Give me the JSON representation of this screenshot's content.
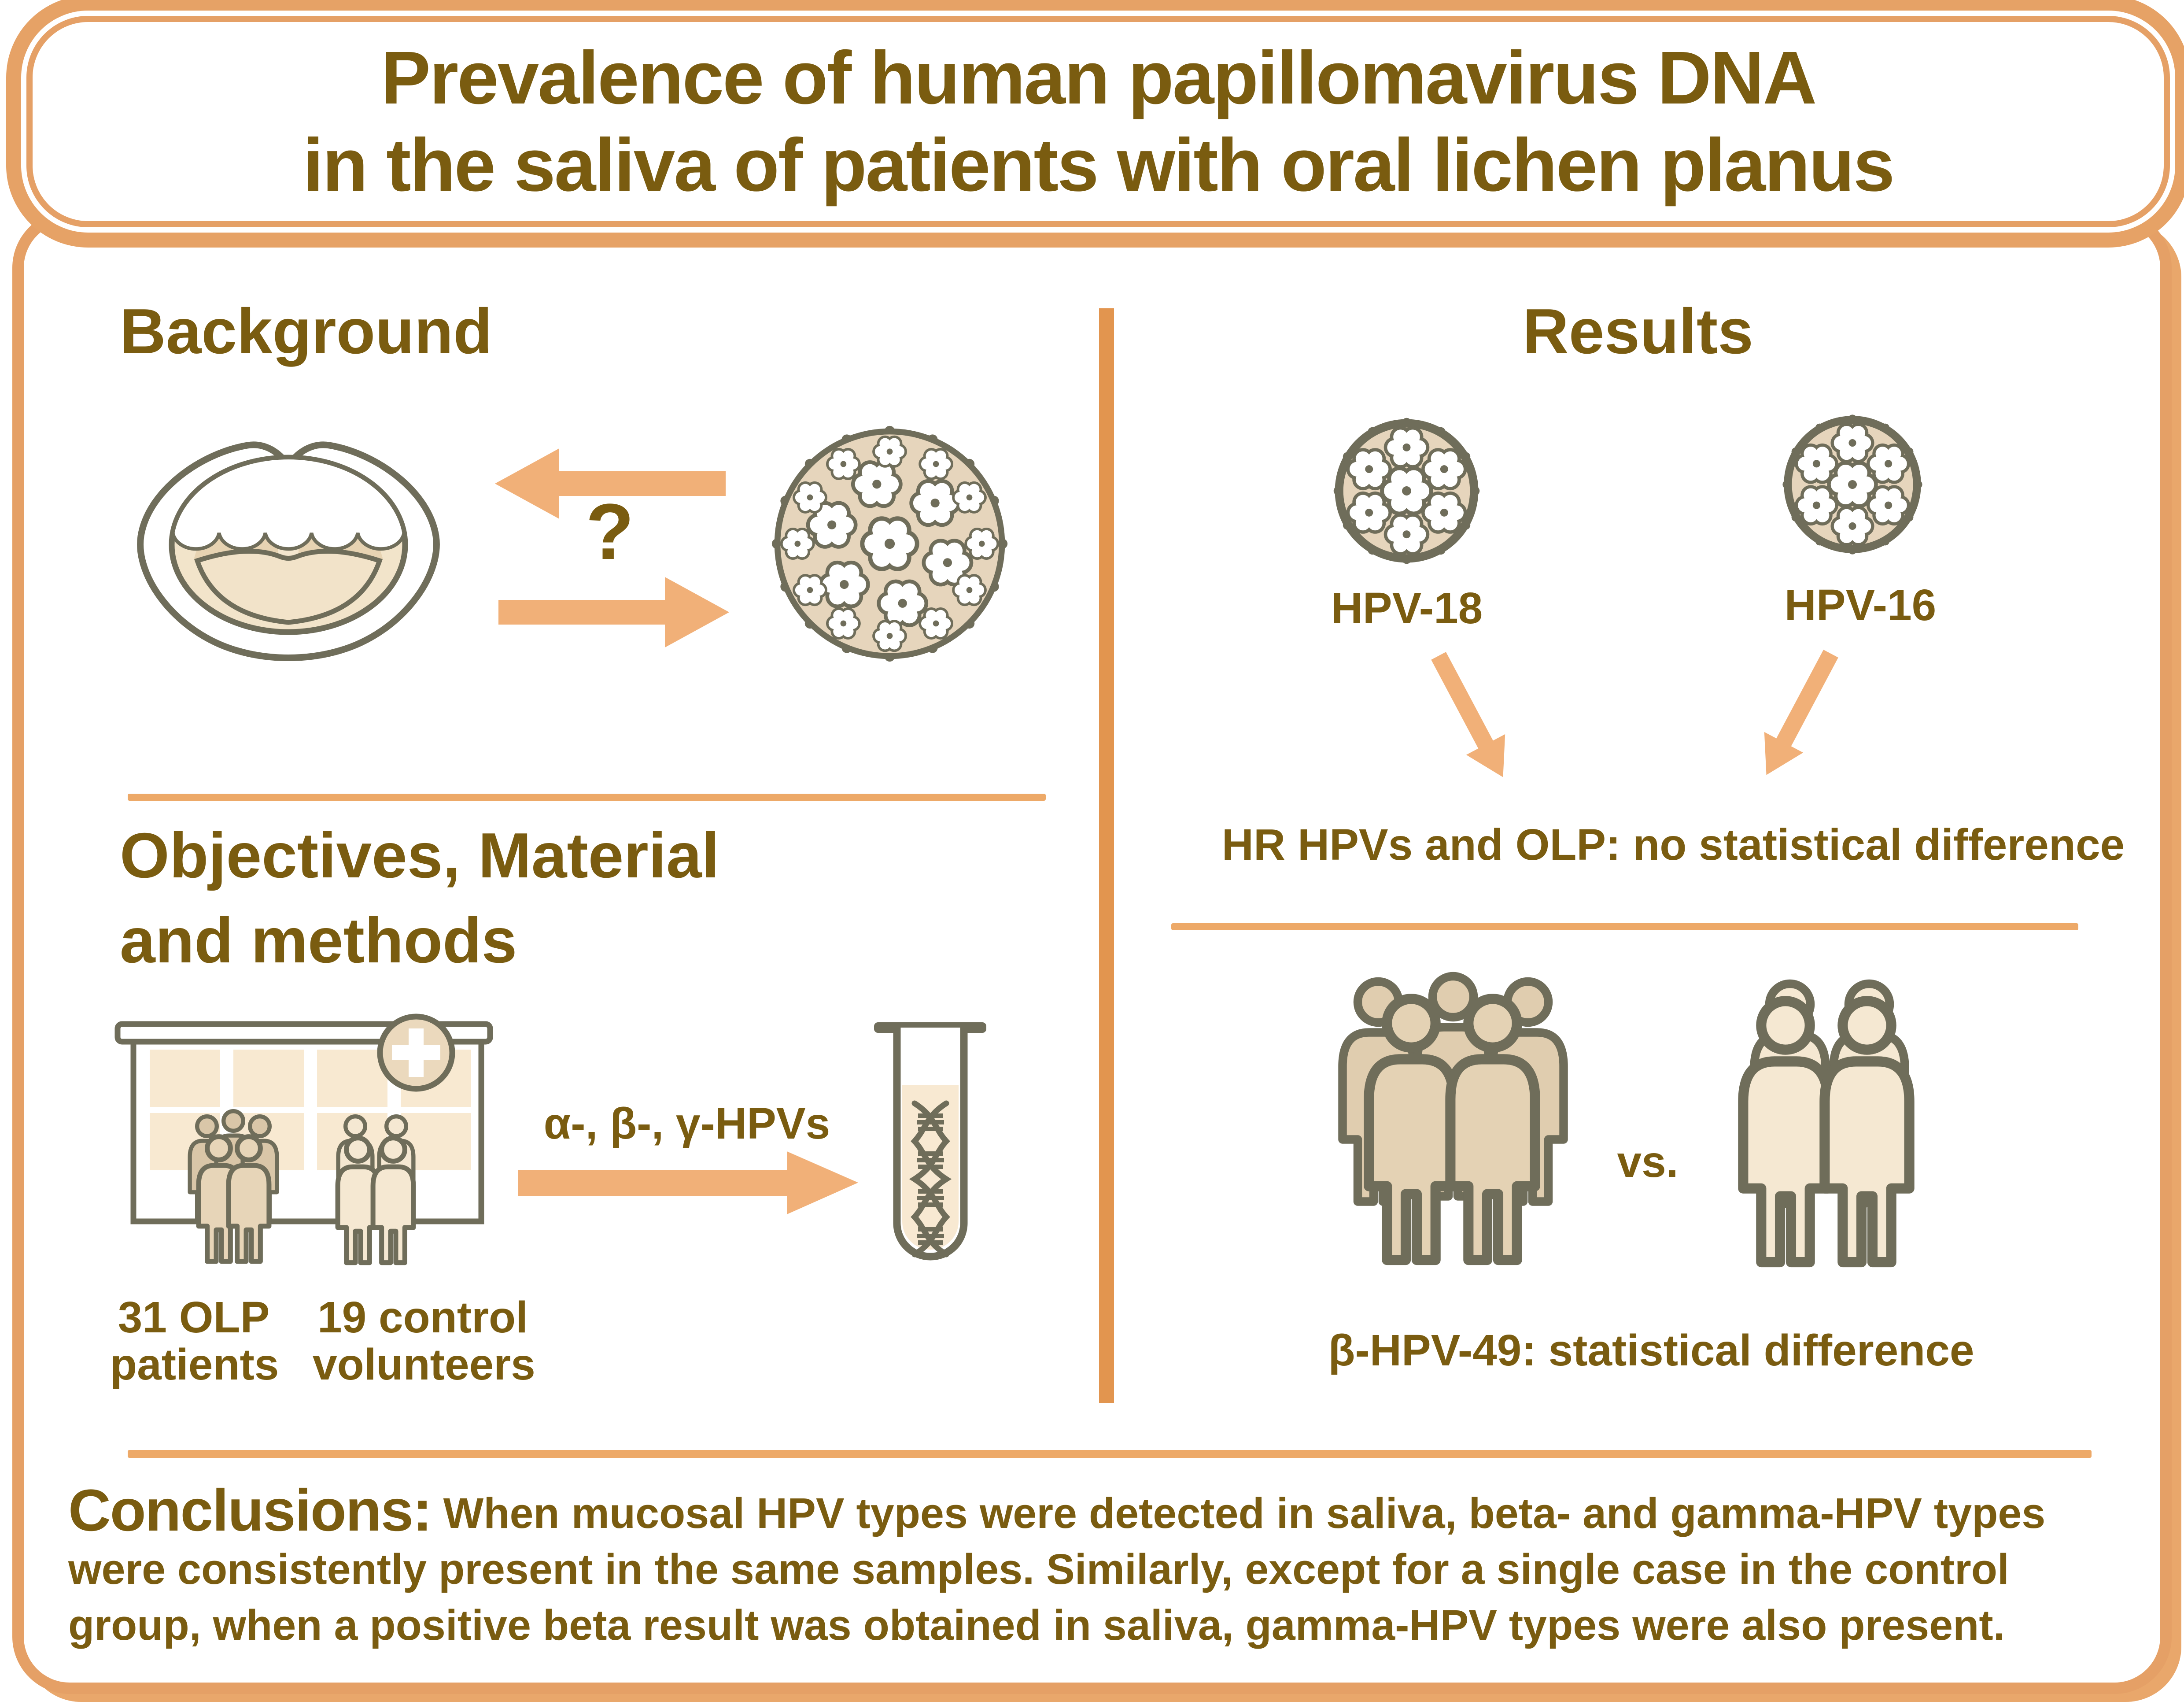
{
  "title": {
    "line1": "Prevalence of human papillomavirus DNA",
    "line2": "in the saliva of patients with oral lichen planus"
  },
  "background": {
    "heading": "Background",
    "question_mark": "?",
    "icons": {
      "mouth": "open-mouth",
      "virus": "hpv-virion",
      "arrows": "bidirectional-orange-arrows"
    }
  },
  "methods": {
    "heading_lines": [
      "Objectives, Material",
      "and methods"
    ],
    "arrow_label": "α-, β-, γ-HPVs",
    "groups": [
      {
        "line1": "31 OLP",
        "line2": "patients"
      },
      {
        "line1": "19 control",
        "line2": "volunteers"
      }
    ],
    "icons": {
      "hospital": "hospital-with-patient-groups",
      "arrow": "orange-arrow-right",
      "tube": "test-tube-with-dna"
    }
  },
  "results": {
    "heading": "Results",
    "virus_labels": [
      "HPV-18",
      "HPV-16"
    ],
    "statement_hr": "HR HPVs and OLP: no statistical difference",
    "vs_label": "vs.",
    "statement_beta": "β-HPV-49: statistical difference",
    "icons": {
      "viruses": "hpv-virion",
      "arrows": "diagonal-orange-arrows",
      "groups": "people-group-comparison"
    }
  },
  "conclusions": {
    "label": "Conclusions:",
    "text": "When mucosal HPV types were detected in saliva, beta- and gamma-HPV types were consistently present in the same samples. Similarly, except for a single case in the control group, when a positive beta result was obtained in saliva, gamma-HPV types were also present."
  },
  "colors": {
    "box_border_orange": "#E5A066",
    "box_shadow_orange": "#E9A76B",
    "divider_vertical_orange": "#E2954F",
    "divider_horizontal_orange": "#EDA968",
    "arrow_orange": "#F1B078",
    "text_brown": "#7A5C10",
    "icon_outline_olive": "#6F6D5A",
    "icon_beige": "#E6D5BC",
    "icon_beige_light": "#F5E8D2",
    "people_dark_tan": "#DCC9AB"
  }
}
